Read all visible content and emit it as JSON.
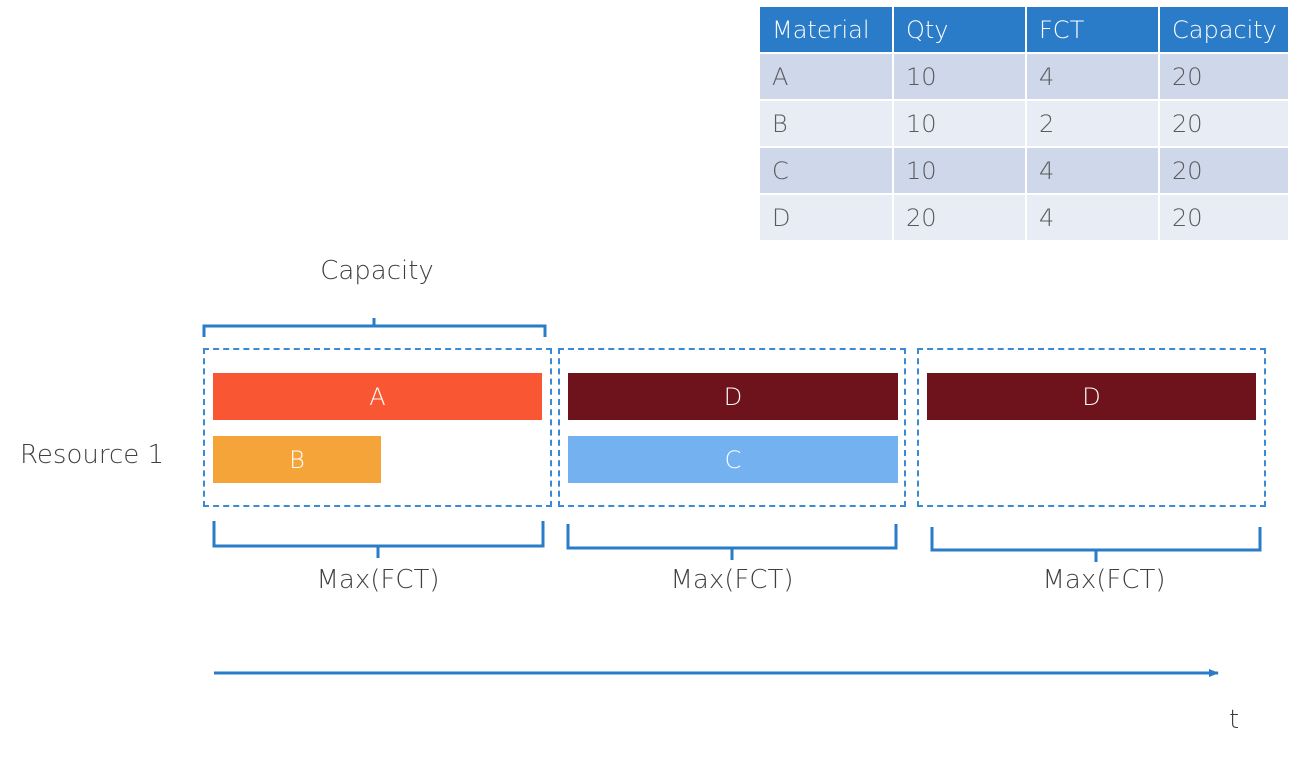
{
  "table": {
    "headers": [
      "Material",
      "Qty",
      "FCT",
      "Capacity"
    ],
    "rows": [
      [
        "A",
        "10",
        "4",
        "20"
      ],
      [
        "B",
        "10",
        "2",
        "20"
      ],
      [
        "C",
        "10",
        "4",
        "20"
      ],
      [
        "D",
        "20",
        "4",
        "20"
      ]
    ]
  },
  "labels": {
    "capacity": "Capacity",
    "resource": "Resource 1",
    "time_axis": "t",
    "slot_brace": "Max(FCT)"
  },
  "slots": [
    {
      "bars": [
        {
          "label": "A",
          "color": "#f95733"
        },
        {
          "label": "B",
          "color": "#f5a43a"
        }
      ]
    },
    {
      "bars": [
        {
          "label": "D",
          "color": "#6e121b"
        },
        {
          "label": "C",
          "color": "#74b1f1"
        }
      ]
    },
    {
      "bars": [
        {
          "label": "D",
          "color": "#6e121b"
        }
      ]
    }
  ],
  "colors": {
    "accent": "#2a7bc8",
    "dashed_border": "#3a8ad6"
  }
}
